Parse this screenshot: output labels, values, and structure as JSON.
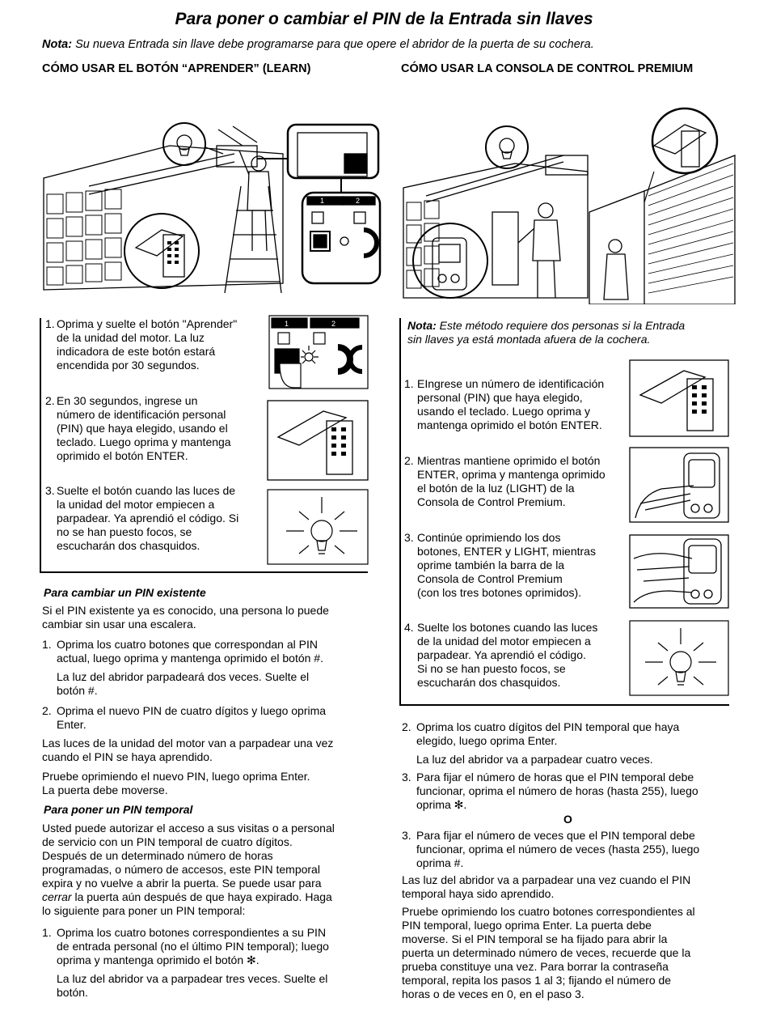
{
  "title": "Para poner o cambiar el PIN de la Entrada sin llaves",
  "note_label": "Nota:",
  "note_text": " Su nueva Entrada sin llave debe programarse para que opere el abridor de la puerta de su cochera.",
  "left_heading": "CÓMO USAR EL BOTÓN “APRENDER” (LEARN)",
  "right_heading": "CÓMO USAR LA CONSOLA DE CONTROL PREMIUM",
  "left_steps": [
    {
      "num": "1.",
      "lines": [
        "Oprima y suelte el botón \"Aprender\"",
        "de la unidad del motor. La luz",
        "indicadora de este botón estará",
        "encendida por 30 segundos."
      ]
    },
    {
      "num": "2.",
      "lines": [
        "En 30 segundos, ingrese un",
        "número de identificación personal",
        "(PIN) que haya elegido, usando el",
        "teclado. Luego oprima y mantenga",
        "oprimido el botón ENTER."
      ]
    },
    {
      "num": "3.",
      "lines": [
        "Suelte el botón cuando las luces de",
        "la unidad del motor empiecen a",
        "parpadear. Ya aprendió el código. Si",
        "no se han puesto focos, se",
        "escucharán dos chasquidos."
      ]
    }
  ],
  "right_note_label": "Nota:",
  "right_note_lines": [
    " Este método requiere dos personas si la Entrada",
    "sin llaves ya está montada afuera de la cochera."
  ],
  "right_steps": [
    {
      "num": "1.",
      "lines": [
        "EIngrese un número de identificación",
        "personal (PIN) que haya elegido,",
        "usando el teclado. Luego oprima y",
        "mantenga oprimido el botón ENTER."
      ]
    },
    {
      "num": "2.",
      "lines": [
        "Mientras mantiene oprimido el botón",
        "ENTER, oprima y mantenga oprimido",
        "el botón de la luz (LIGHT) de la",
        "Consola de Control Premium."
      ]
    },
    {
      "num": "3.",
      "lines": [
        "Continúe oprimiendo los dos",
        "botones, ENTER y LIGHT, mientras",
        "oprime también la barra de la",
        "Consola de Control Premium",
        "(con los tres botones oprimidos)."
      ]
    },
    {
      "num": "4.",
      "lines": [
        "Suelte los botones cuando las luces",
        "de la unidad del motor empiecen a",
        "parpadear. Ya aprendió el código.",
        "Si no se han puesto focos, se",
        "escucharán dos chasquidos."
      ]
    }
  ],
  "change_pin": {
    "heading": "Para cambiar un PIN existente",
    "intro": [
      "Si el PIN existente ya es conocido, una persona lo puede",
      "cambiar sin usar una escalera."
    ],
    "step1": [
      "Oprima los cuatro botones que correspondan al PIN",
      "actual, luego oprima y mantenga oprimido el botón #."
    ],
    "step1_sub": [
      "La luz del abridor parpadeará dos veces. Suelte el",
      "botón #."
    ],
    "step2": [
      "Oprima el nuevo PIN de cuatro dígitos y luego oprima",
      "Enter."
    ],
    "after": [
      "Las luces de la unidad del motor van a parpadear una vez",
      "cuando el PIN se haya aprendido."
    ],
    "test": [
      "Pruebe oprimiendo el nuevo PIN, luego oprima Enter.",
      "La puerta debe moverse."
    ]
  },
  "temp_pin": {
    "heading": "Para poner un PIN temporal",
    "intro": [
      "Usted puede autorizar el acceso a sus visitas o a personal",
      "de servicio con un PIN temporal de cuatro dígitos.",
      "Después de un determinado número de horas",
      "programadas, o número de accesos, este PIN temporal",
      "expira y no vuelve a abrir la puerta. Se puede usar para"
    ],
    "intro_italic": "cerrar",
    "intro_rest": " la puerta aún después de que haya expirado. Haga",
    "intro_last": "lo siguiente para poner un PIN temporal:",
    "step1": [
      "Oprima los cuatro botones correspondientes a su PIN",
      "de entrada personal (no el último PIN temporal); luego",
      "oprima y mantenga oprimido el botón ✻."
    ],
    "step1_sub": [
      "La luz del abridor va a parpadear tres veces. Suelte el",
      "botón."
    ]
  },
  "right_bottom": {
    "step2": [
      "Oprima los cuatro dígitos del PIN temporal que haya",
      "elegido, luego oprima Enter."
    ],
    "step2_sub": "La luz del abridor va a parpadear cuatro veces.",
    "step3a": [
      "Para fijar el número de horas que el PIN temporal debe",
      "funcionar, oprima el número de horas (hasta 255), luego",
      "oprima ✻."
    ],
    "or": "O",
    "step3b": [
      "Para fijar el número de veces que el PIN temporal debe",
      "funcionar, oprima el número de veces (hasta 255), luego",
      "oprima #."
    ],
    "after": [
      "Las luz del abridor va a parpadear una vez cuando el PIN",
      "temporal haya sido aprendido."
    ],
    "test": [
      "Pruebe oprimiendo los cuatro botones correspondientes al",
      "PIN temporal, luego oprima Enter. La puerta debe",
      "moverse. Si el PIN temporal se ha fijado para abrir la",
      "puerta un determinado número de veces, recuerde que la",
      "prueba constituye una vez. Para borrar la contraseña",
      "temporal, repita los pasos 1 al 3; fijando el número de",
      "horas o de veces en 0, en el paso 3."
    ]
  },
  "panel_labels": [
    "1",
    "2"
  ]
}
